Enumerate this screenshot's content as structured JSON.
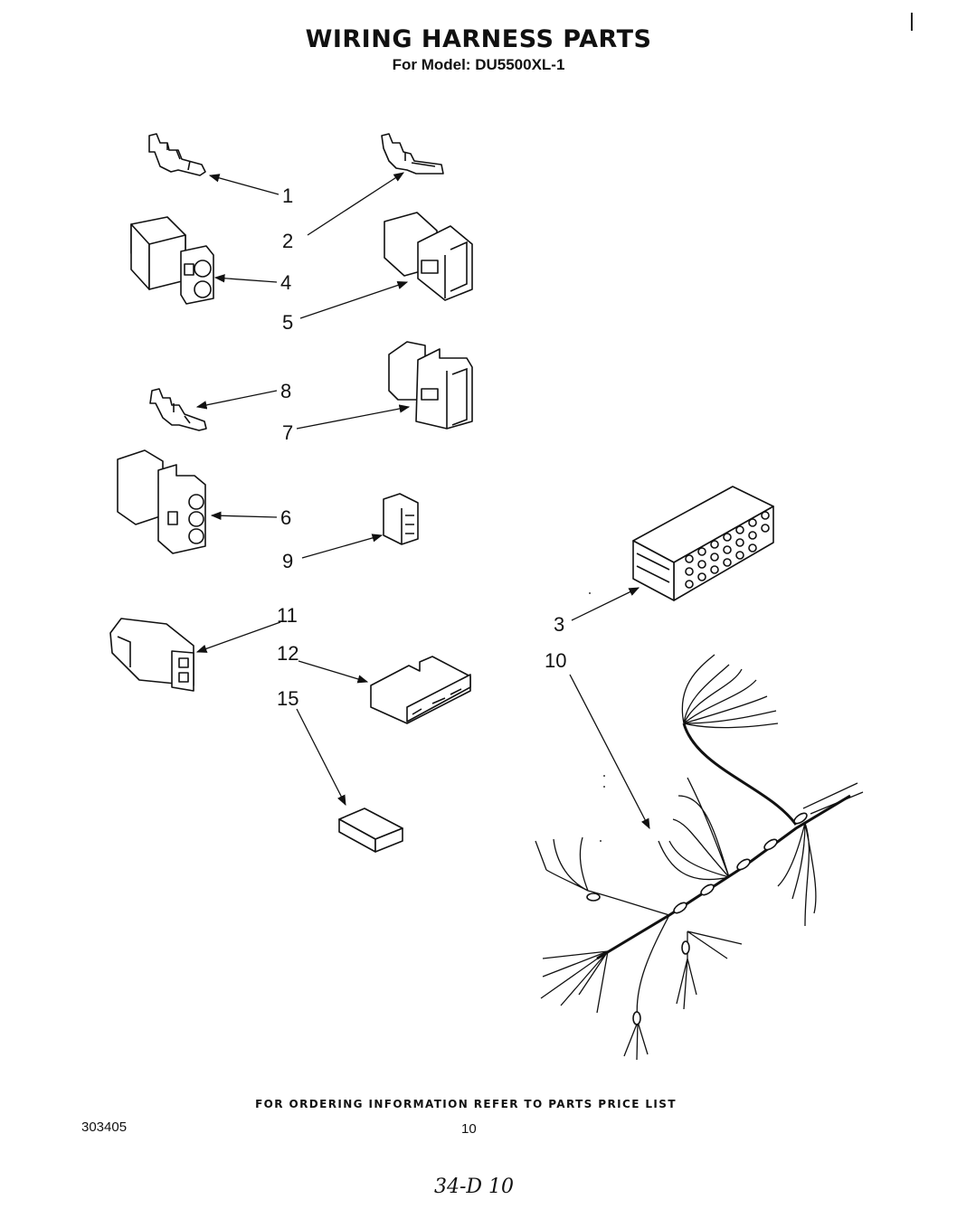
{
  "header": {
    "title": "WIRING HARNESS PARTS",
    "subtitle": "For Model: DU5500XL-1"
  },
  "callouts": {
    "c1": "1",
    "c2": "2",
    "c3": "3",
    "c4": "4",
    "c5": "5",
    "c6": "6",
    "c7": "7",
    "c8": "8",
    "c9": "9",
    "c10": "10",
    "c11": "11",
    "c12": "12",
    "c15": "15"
  },
  "footer": {
    "ordering_note": "FOR ORDERING INFORMATION REFER TO PARTS PRICE LIST",
    "doc_number": "303405",
    "page_number": "10",
    "handwritten": "34-D 10"
  }
}
